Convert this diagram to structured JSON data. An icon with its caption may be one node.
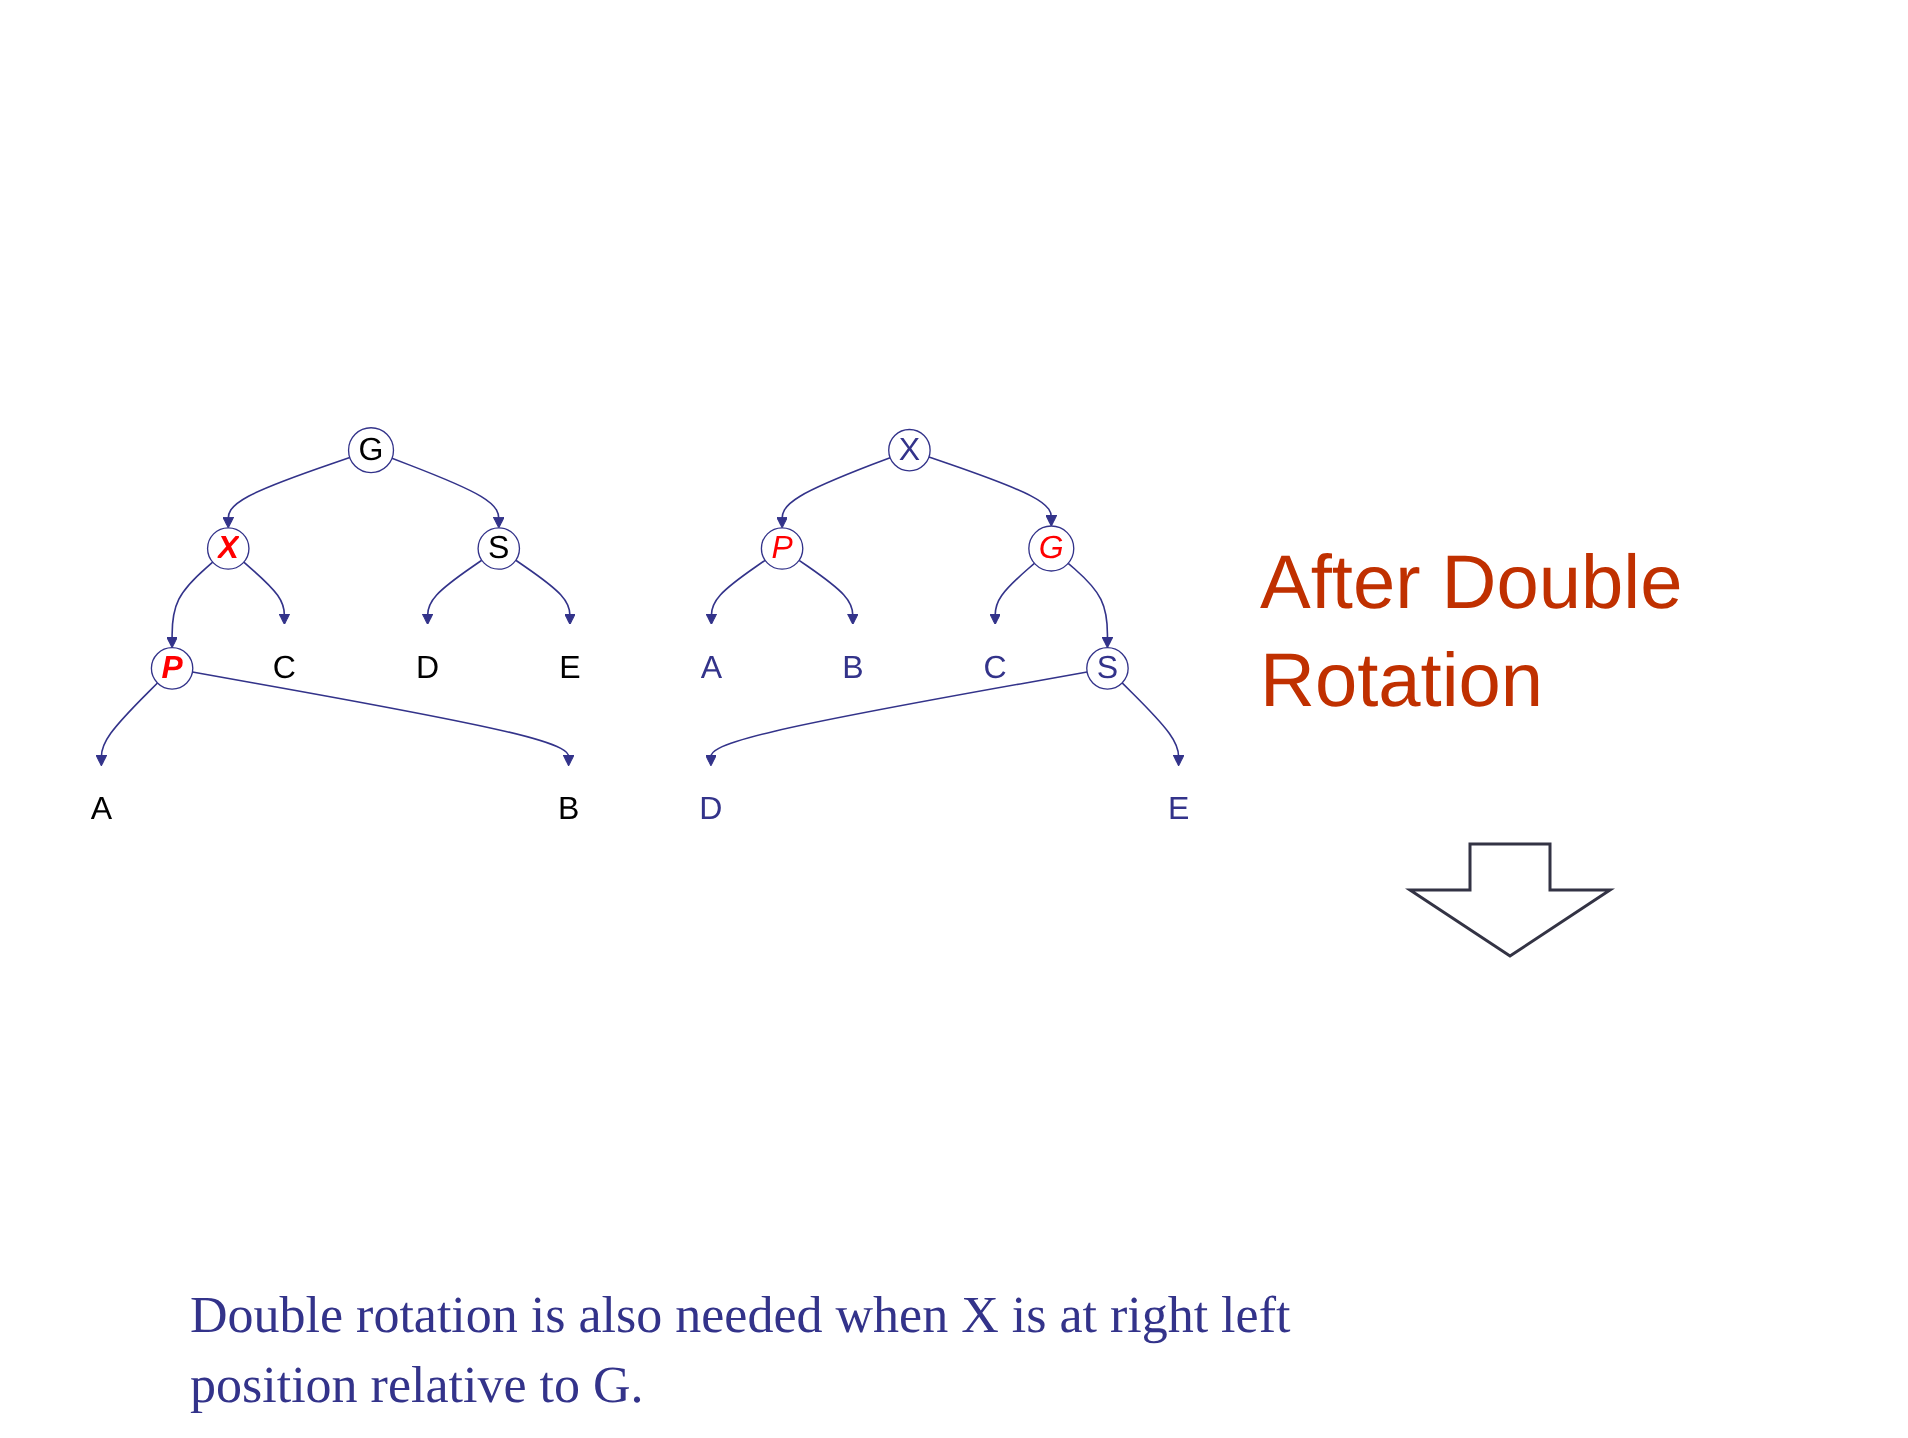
{
  "diagram": {
    "title": "After Double Rotation",
    "caption": "Double rotation is also needed when X is at right left position relative to G.",
    "nodes": [
      {
        "text": [
          "G"
        ]
      },
      {
        "text": [
          "X"
        ]
      },
      {
        "text": [
          "S"
        ]
      },
      {
        "text": [
          "P"
        ]
      },
      {
        "text": [
          "C"
        ]
      },
      {
        "text": [
          "D"
        ]
      },
      {
        "text": [
          "E"
        ]
      },
      {
        "text": [
          "A"
        ]
      },
      {
        "text": [
          "B"
        ]
      },
      {
        "text": [
          "X"
        ]
      },
      {
        "text": [
          "P"
        ]
      },
      {
        "text": [
          "G"
        ]
      },
      {
        "text": [
          "A"
        ]
      },
      {
        "text": [
          "B"
        ]
      },
      {
        "text": [
          "C"
        ]
      },
      {
        "text": [
          "S"
        ]
      },
      {
        "text": [
          "D"
        ]
      },
      {
        "text": [
          "E"
        ]
      }
    ],
    "edges": [
      {
        "from": 0,
        "to": 1,
        "arrow": "to"
      },
      {
        "from": 0,
        "to": 2,
        "arrow": "to"
      },
      {
        "from": 1,
        "to": 3,
        "arrow": "to"
      },
      {
        "from": 1,
        "to": 4,
        "arrow": "to"
      },
      {
        "from": 2,
        "to": 5,
        "arrow": "to"
      },
      {
        "from": 2,
        "to": 6,
        "arrow": "to"
      },
      {
        "from": 3,
        "to": 7,
        "arrow": "to"
      },
      {
        "from": 3,
        "to": 8,
        "arrow": "to"
      },
      {
        "from": 9,
        "to": 10,
        "arrow": "to"
      },
      {
        "from": 9,
        "to": 11,
        "arrow": "to"
      },
      {
        "from": 10,
        "to": 12,
        "arrow": "to"
      },
      {
        "from": 10,
        "to": 13,
        "arrow": "to"
      },
      {
        "from": 11,
        "to": 14,
        "arrow": "to"
      },
      {
        "from": 11,
        "to": 15,
        "arrow": "to"
      },
      {
        "from": 15,
        "to": 16,
        "arrow": "to"
      },
      {
        "from": 15,
        "to": 17,
        "arrow": "to"
      }
    ]
  }
}
